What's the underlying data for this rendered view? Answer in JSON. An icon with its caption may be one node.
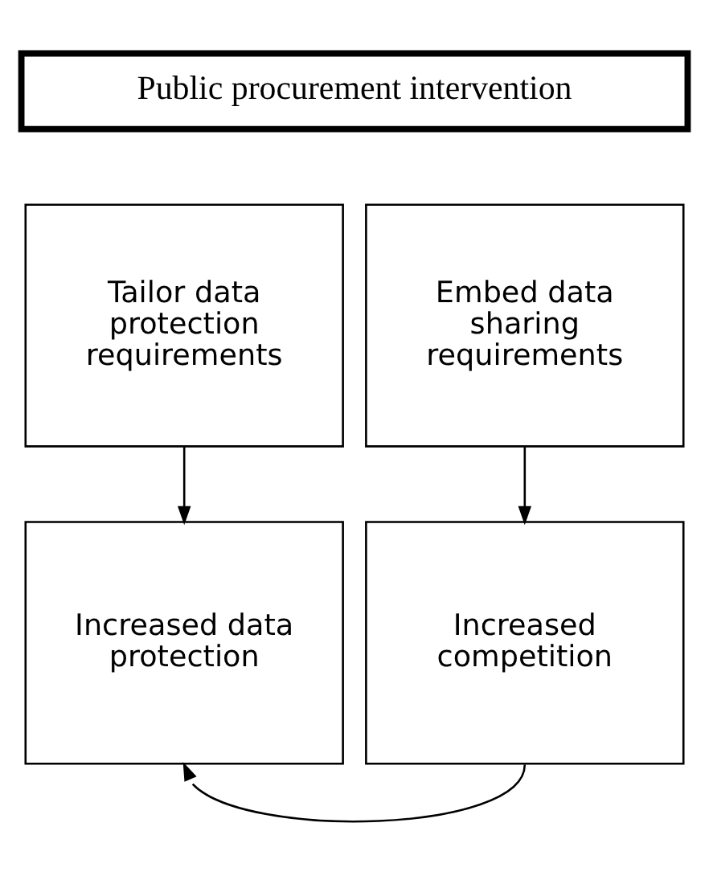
{
  "diagram": {
    "nodes": [
      {
        "text": [
          "Public procurement intervention"
        ]
      },
      {
        "text": [
          "Tailor data protection requirements"
        ]
      },
      {
        "text": [
          "Embed data sharing requirements"
        ]
      },
      {
        "text": [
          "Increased data protection"
        ]
      },
      {
        "text": [
          "Increased competition"
        ]
      }
    ],
    "edges": [
      {
        "from": 1,
        "to": 3,
        "arrow": "to"
      },
      {
        "from": 2,
        "to": 4,
        "arrow": "to"
      },
      {
        "from": 4,
        "to": 3,
        "arrow": "to"
      }
    ]
  }
}
